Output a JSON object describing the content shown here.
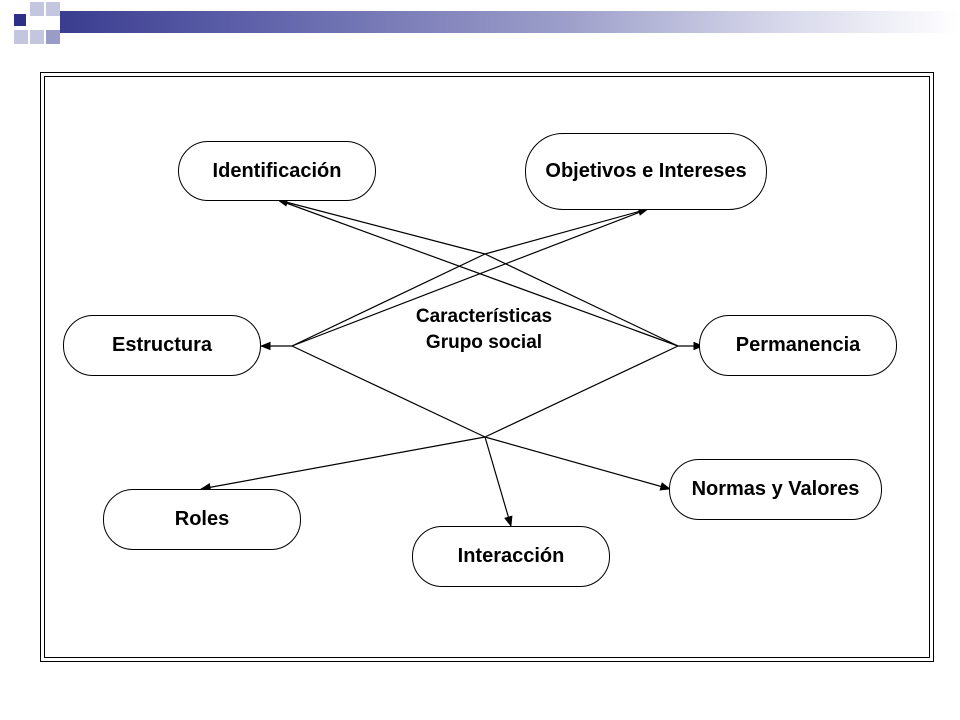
{
  "center": {
    "line1": "Características",
    "line2": "Grupo social"
  },
  "nodes": {
    "identificacion": "Identificación",
    "objetivos": "Objetivos e Intereses",
    "estructura": "Estructura",
    "permanencia": "Permanencia",
    "roles": "Roles",
    "interaccion": "Interacción",
    "normas": "Normas y Valores"
  },
  "colors": {
    "title_bar_dark": "#2e3087",
    "title_bar_light": "#c4c6e0",
    "line": "#000000"
  }
}
